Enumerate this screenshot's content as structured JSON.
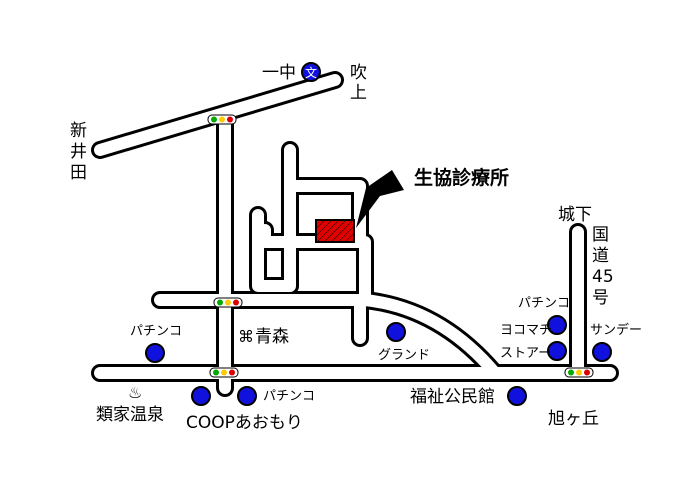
{
  "map": {
    "destination": {
      "label": "生協診療所",
      "color": "#e00000"
    },
    "poi_color": "#1111dd",
    "places": {
      "ichichu": "一中",
      "school_mark": "文",
      "fukiage": [
        "吹",
        "上"
      ],
      "araida": [
        "新",
        "井",
        "田"
      ],
      "shiroshita": "城下",
      "route45": [
        "国",
        "道",
        "45",
        "号"
      ],
      "pachinko_left": "パチンコ",
      "aomori": "青森",
      "grand": "グランド",
      "pachinko_right": "パチンコ",
      "yokomachi_store": [
        "ヨコマチ",
        "ストアー"
      ],
      "sunday": "サンデー",
      "ruike_onsen": "類家温泉",
      "onsen_mark": "♨",
      "coop": "COOPあおもり",
      "pachinko_bottom": "パチンコ",
      "fukushi_kominkan": "福祉公民館",
      "asahigaoka": "旭ヶ丘"
    },
    "traffic_light_colors": [
      "#00aa00",
      "#ffcc00",
      "#dd0000"
    ]
  }
}
